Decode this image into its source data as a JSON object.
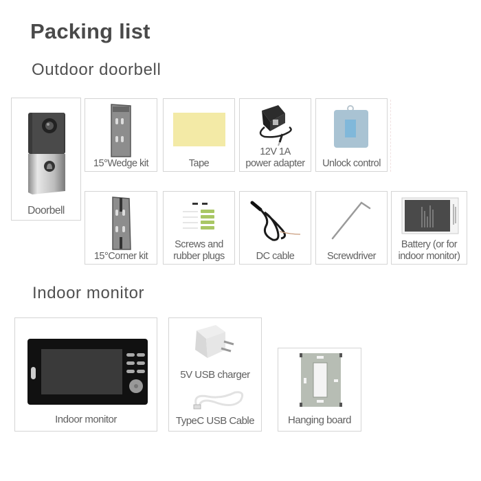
{
  "title": "Packing list",
  "sections": [
    {
      "heading": "Outdoor doorbell",
      "items": [
        {
          "label": "Doorbell",
          "icon": "doorbell-icon"
        },
        {
          "label": "15°Wedge kit",
          "icon": "wedge-kit-icon"
        },
        {
          "label": "Tape",
          "icon": "tape-icon"
        },
        {
          "label_line1": "12V 1A",
          "label_line2": "power adapter",
          "icon": "power-adapter-icon"
        },
        {
          "label": "Unlock control",
          "icon": "unlock-control-icon"
        },
        {
          "label": "15°Corner kit",
          "icon": "corner-kit-icon"
        },
        {
          "label_line1": "Screws and",
          "label_line2": "rubber plugs",
          "icon": "screws-icon"
        },
        {
          "label": "DC cable",
          "icon": "dc-cable-icon"
        },
        {
          "label": "Screwdriver",
          "icon": "screwdriver-icon"
        },
        {
          "label_line1": "Battery (or for",
          "label_line2": "indoor monitor)",
          "icon": "battery-icon"
        }
      ]
    },
    {
      "heading": "Indoor monitor",
      "items": [
        {
          "label": "Indoor monitor",
          "icon": "indoor-monitor-icon"
        },
        {
          "label": "5V USB charger",
          "icon": "usb-charger-icon"
        },
        {
          "label": "TypeC USB Cable",
          "icon": "usb-cable-icon"
        },
        {
          "label": "Hanging board",
          "icon": "hanging-board-icon"
        }
      ]
    }
  ],
  "colors": {
    "border": "#d4d4d4",
    "text": "#606060",
    "tape": "#f3eaa6",
    "plug": "#a9c765"
  }
}
